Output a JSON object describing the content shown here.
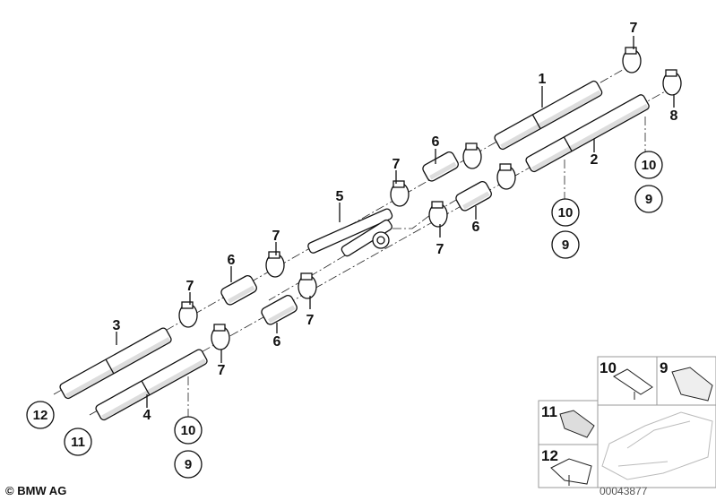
{
  "diagram": {
    "labels": {
      "l7a": "7",
      "l1": "1",
      "l8": "8",
      "l2": "2",
      "l6a": "6",
      "l7b": "7",
      "l5": "5",
      "l7c": "7",
      "l6b": "6",
      "l6c": "6",
      "l7d": "7",
      "l7e": "7",
      "l7f": "7",
      "l6d": "6",
      "l3": "3",
      "l7g": "7",
      "l4": "4"
    },
    "circled": {
      "c10a": "10",
      "c9a": "9",
      "c10b": "10",
      "c9b": "9",
      "c10c": "10",
      "c9c": "9",
      "c12": "12",
      "c11": "11"
    },
    "inset": {
      "b10": "10",
      "b9": "9",
      "b11": "11",
      "b12": "12"
    },
    "copyright": "© BMW AG",
    "part_number": "00043877"
  }
}
